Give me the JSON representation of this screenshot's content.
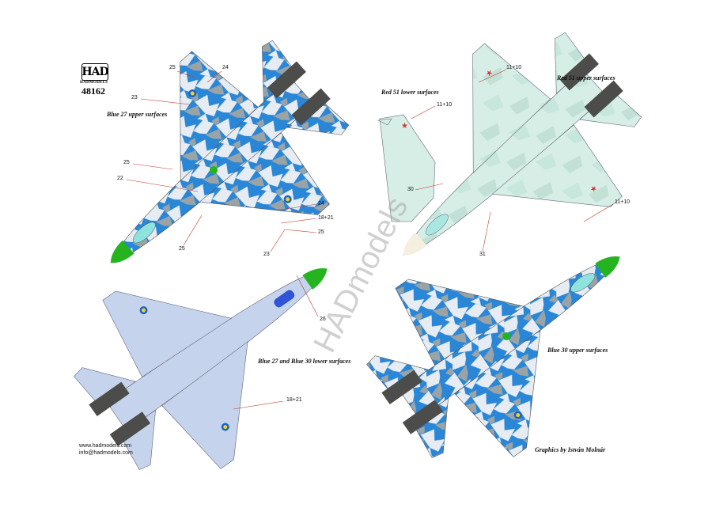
{
  "brand": {
    "logo_text": "HAD",
    "logo_subtext": "HADMODELS",
    "product_code": "48162"
  },
  "captions": {
    "blue27_upper": "Blue 27 upper surfaces",
    "red51_lower": "Red 51 lower surfaces",
    "red51_upper": "Red 51 upper surfaces",
    "blue_lower": "Blue 27 and Blue 30 lower surfaces",
    "blue30_upper": "Blue 30 upper surfaces",
    "credits": "Graphics by István Molnár"
  },
  "callouts": {
    "c25_top": "25",
    "c24_top": "24",
    "c23_left": "23",
    "c25_mid": "25",
    "c22": "22",
    "c24_right": "24",
    "c18_21_a": "18+21",
    "c25_right": "25",
    "c25_bottom": "25",
    "c23_bottom": "23",
    "c26": "26",
    "c18_21_b": "18+21",
    "c11_10_top": "11+10",
    "c11_10_fin": "11+10",
    "c30": "30",
    "c31": "31",
    "c11_10_wing": "11+10"
  },
  "contact": {
    "website": "www.hadmodels.com",
    "email": "info@hadmodels.com"
  },
  "watermark": "HADmodels",
  "colors": {
    "blue_camo": "#2a86d6",
    "light_camo": "#e6ecf2",
    "grey_camo": "#9aa3a6",
    "lower_blue": "#c5d4ec",
    "mint_camo": "#d6eee6",
    "radome_green": "#25b41f",
    "engine_dark": "#4c4c4a",
    "roundel_yellow": "#f3d425"
  }
}
